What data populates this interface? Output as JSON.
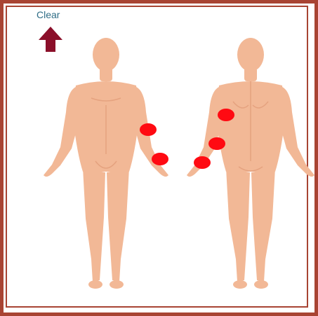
{
  "toolbar": {
    "clear_label": "Clear",
    "clear_icon": "up-arrow-icon",
    "arrow_color": "#8b0f2a"
  },
  "colors": {
    "frame": "#a84433",
    "skin": "#f2b896",
    "skin_shade": "#e5a27f",
    "marker": "#ff0a12"
  },
  "body_views": [
    {
      "view": "front",
      "markers": 2
    },
    {
      "view": "back",
      "markers": 3
    }
  ]
}
